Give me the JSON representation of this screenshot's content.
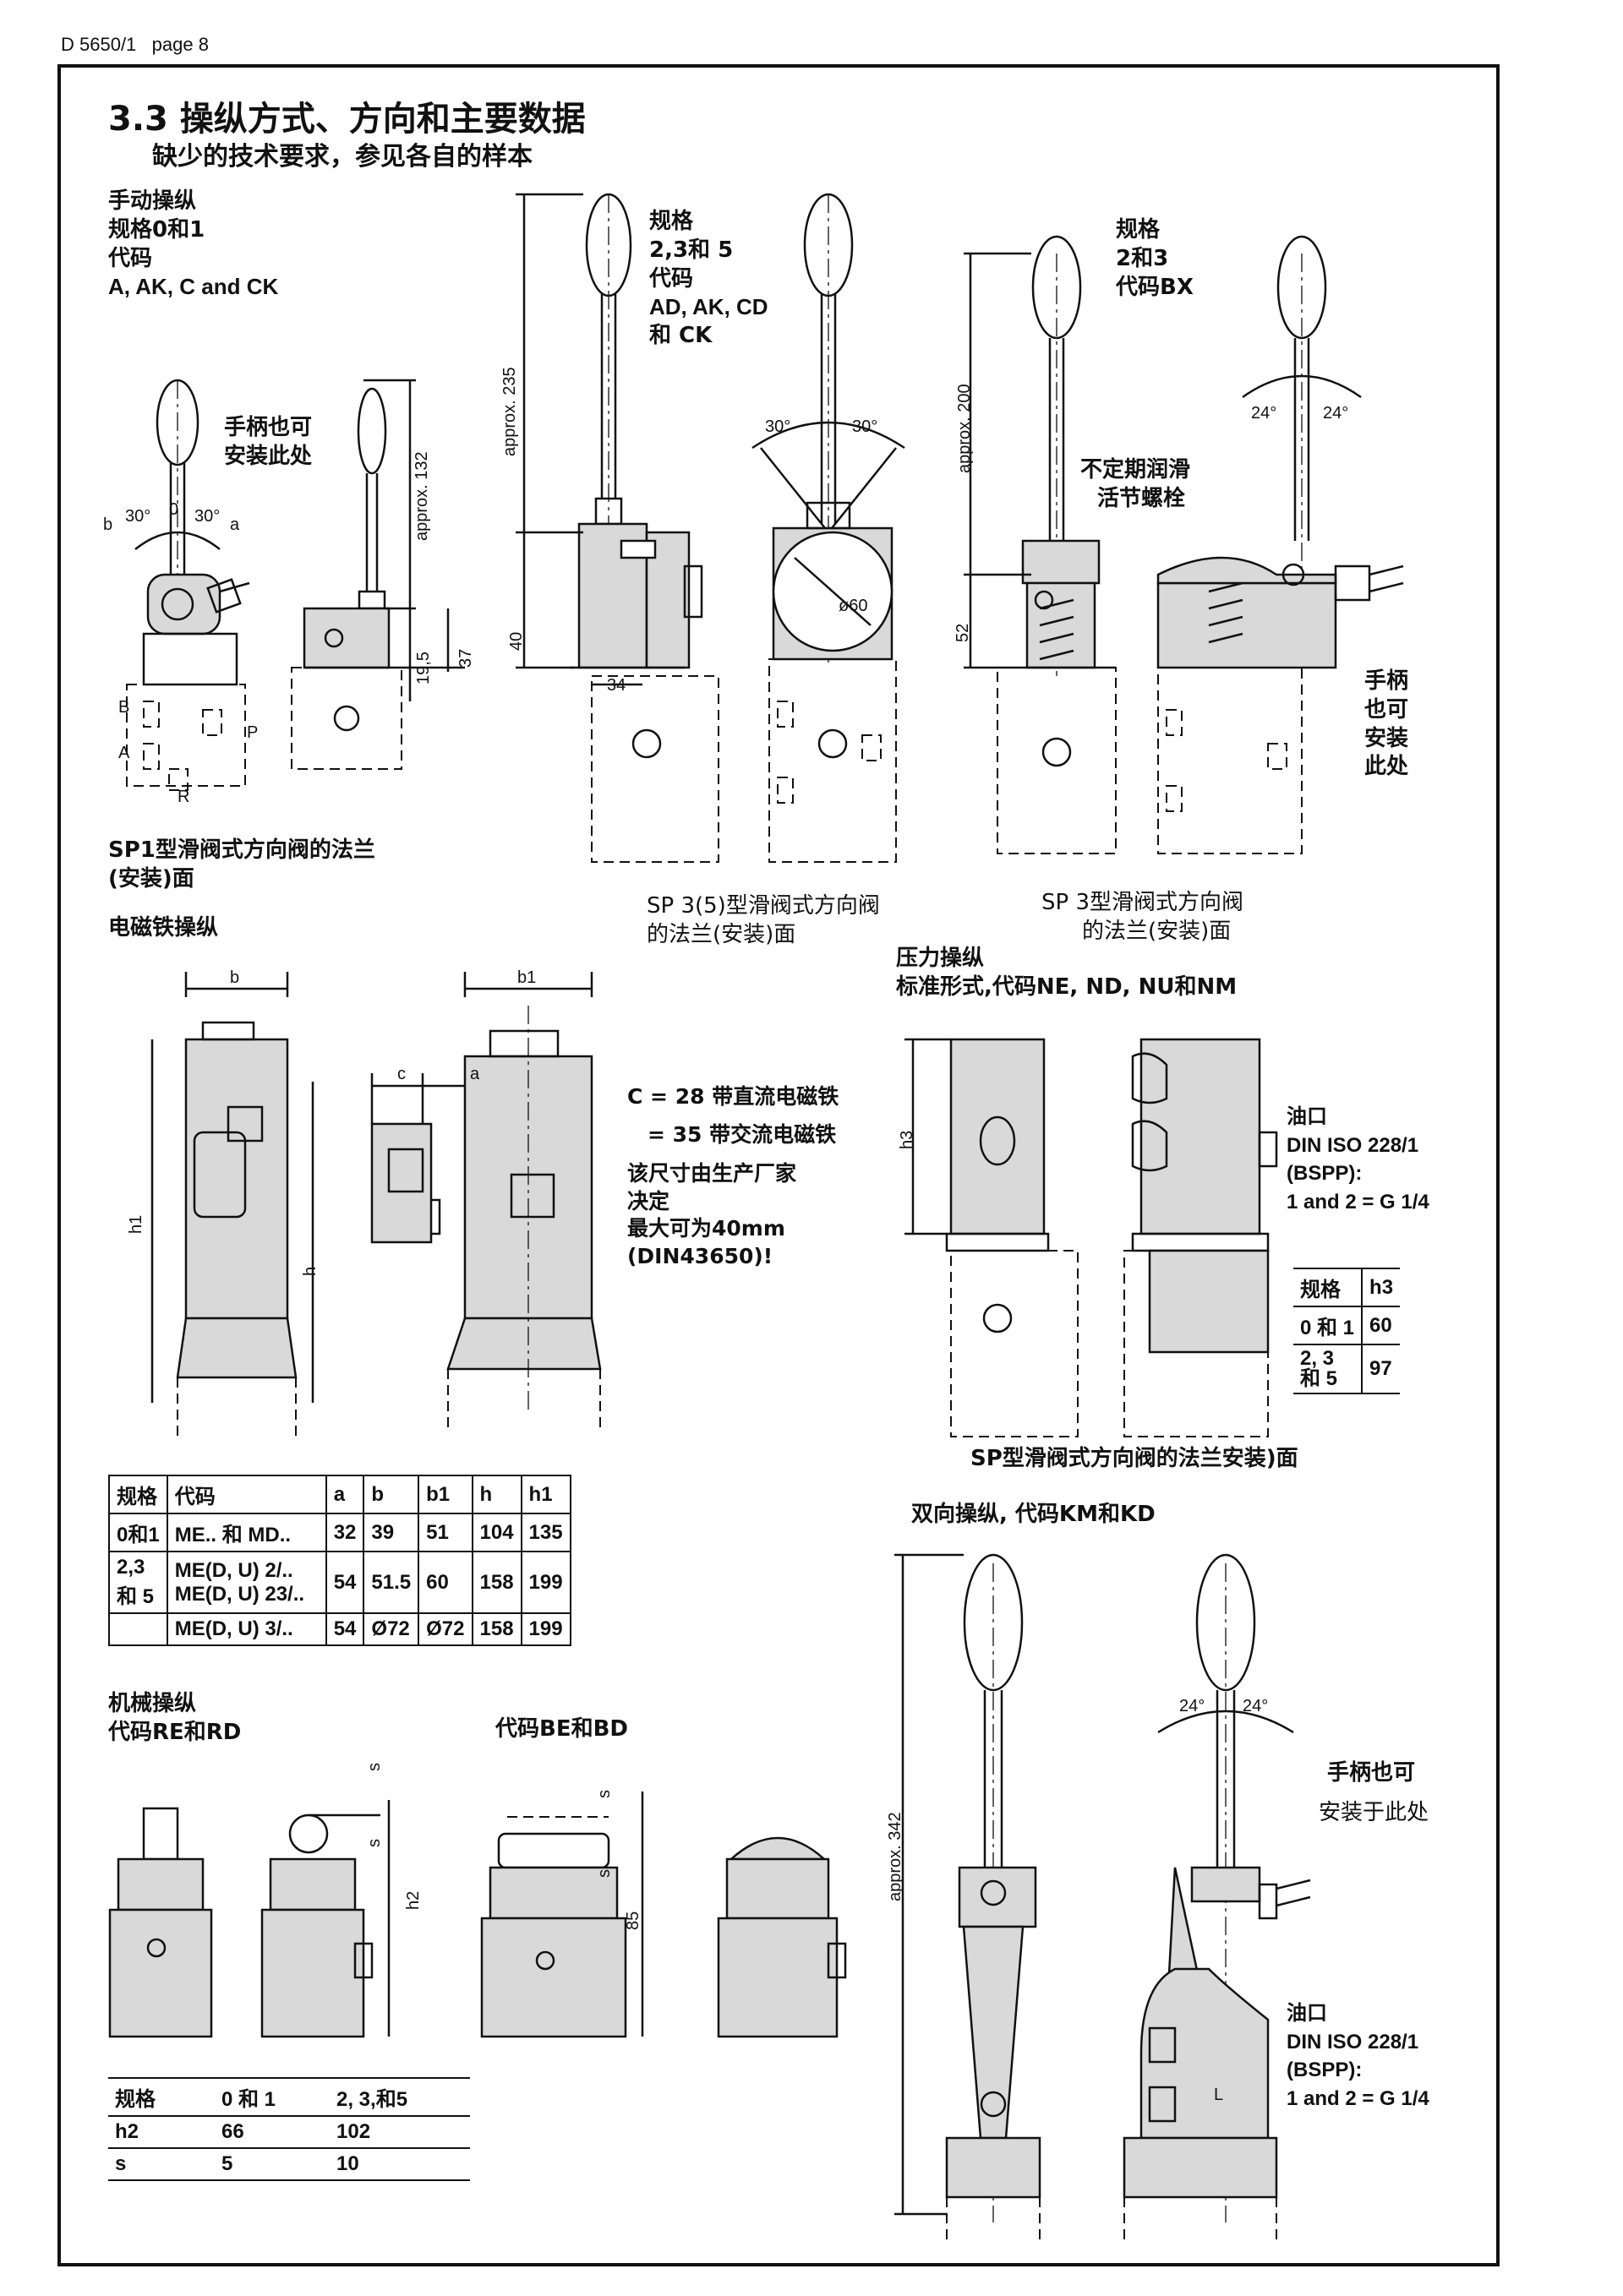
{
  "header": {
    "doc_ref": "D 5650/1",
    "page": "page 8"
  },
  "section": {
    "title": "3.3 操纵方式、方向和主要数据",
    "subtitle": "缺少的技术要求，参见各自的样本"
  },
  "manual": {
    "title": "手动操纵",
    "size_line": "规格0和1",
    "code_label": "代码",
    "codes": "A, AK, C and CK",
    "handle_note_1": "手柄也可",
    "handle_note_2": "安装此处",
    "flange_note_1": "SP1型滑阀式方向阀的法兰",
    "flange_note_2": "(安装)面",
    "dims": {
      "approx132": "approx. 132",
      "d37": "37",
      "d19_5": "19,5",
      "a30l": "30°",
      "a30r": "30°",
      "b": "b",
      "o": "0",
      "a": "a"
    },
    "ports": {
      "B": "B",
      "A": "A",
      "P": "P",
      "R": "R"
    }
  },
  "manual2": {
    "size_label": "规格",
    "sizes": "2,3和 5",
    "code_label": "代码",
    "codes": "AD, AK, CD",
    "codes2": "和 CK",
    "approx235": "approx. 235",
    "d40": "40",
    "d34": "34",
    "phi60": "ø60",
    "a30l": "30°",
    "a30r": "30°",
    "flange_note_1": "SP 3(5)型滑阀式方向阀",
    "flange_note_2": "的法兰(安装)面"
  },
  "manual3": {
    "size_label": "规格",
    "sizes": "2和3",
    "codes": "代码BX",
    "approx200": "approx. 200",
    "d52": "52",
    "a24l": "24°",
    "a24r": "24°",
    "lube_1": "不定期润滑",
    "lube_2": "活节螺栓",
    "handle_1": "手柄",
    "handle_2": "也可",
    "handle_3": "安装",
    "handle_4": "此处",
    "flange_note_1": "SP  3型滑阀式方向阀",
    "flange_note_2": "的法兰(安装)面"
  },
  "solenoid": {
    "title": "电磁铁操纵",
    "c28": "C = 28 带直流电磁铁",
    "c35": "= 35 带交流电磁铁",
    "note_1": "该尺寸由生产厂家",
    "note_2": "决定",
    "note_3": "最大可为40mm",
    "note_4": "(DIN43650)!",
    "dims": {
      "b": "b",
      "b1": "b1",
      "c": "c",
      "a": "a",
      "h": "h",
      "h1": "h1"
    },
    "table": {
      "headers": [
        "规格",
        "代码",
        "a",
        "b",
        "b1",
        "h",
        "h1"
      ],
      "rows": [
        [
          "0和1",
          "ME.. 和 MD..",
          "32",
          "39",
          "51",
          "104",
          "135"
        ],
        [
          "2,3\n和 5",
          "ME(D, U) 2/..\n   ME(D, U) 23/..",
          "54",
          "51.5",
          "60",
          "158",
          "199"
        ],
        [
          "",
          "ME(D, U) 3/..",
          "54",
          "Ø72",
          "Ø72",
          "158",
          "199"
        ]
      ]
    }
  },
  "pressure": {
    "title": "压力操纵",
    "subtitle": "标准形式,代码NE, ND, NU和NM",
    "oil_port": "油口",
    "din": "DIN ISO 228/1",
    "bspp": "(BSPP):",
    "ports_g": "1 and 2 = G 1/4",
    "h3": "h3",
    "flange_note": "SP型滑阀式方向阀的法兰安装)面",
    "table": {
      "headers": [
        "规格",
        "h3"
      ],
      "rows": [
        [
          "0 和 1",
          "60"
        ],
        [
          "2, 3\n和 5",
          "97"
        ]
      ]
    }
  },
  "mechanical": {
    "title": "机械操纵",
    "codes": "代码RE和RD",
    "codes2": "代码BE和BD",
    "dims": {
      "s": "s",
      "h2": "h2",
      "d85": "85"
    },
    "table": {
      "headers": [
        "规格",
        "0 和 1",
        "2, 3,和5"
      ],
      "rows": [
        [
          "h2",
          "66",
          "102"
        ],
        [
          "s",
          "5",
          "10"
        ]
      ]
    }
  },
  "bidirectional": {
    "title": "双向操纵, 代码KM和KD",
    "approx342": "approx. 342",
    "a24l": "24°",
    "a24r": "24°",
    "handle_1": "手柄也可",
    "handle_2": "安装于此处",
    "oil_port": "油口",
    "din": "DIN ISO 228/1",
    "bspp": "(BSPP):",
    "ports_g": "1 and 2 = G 1/4",
    "L": "L"
  },
  "colors": {
    "ink": "#111111",
    "shade": "#d9d9d9",
    "paper": "#ffffff"
  }
}
